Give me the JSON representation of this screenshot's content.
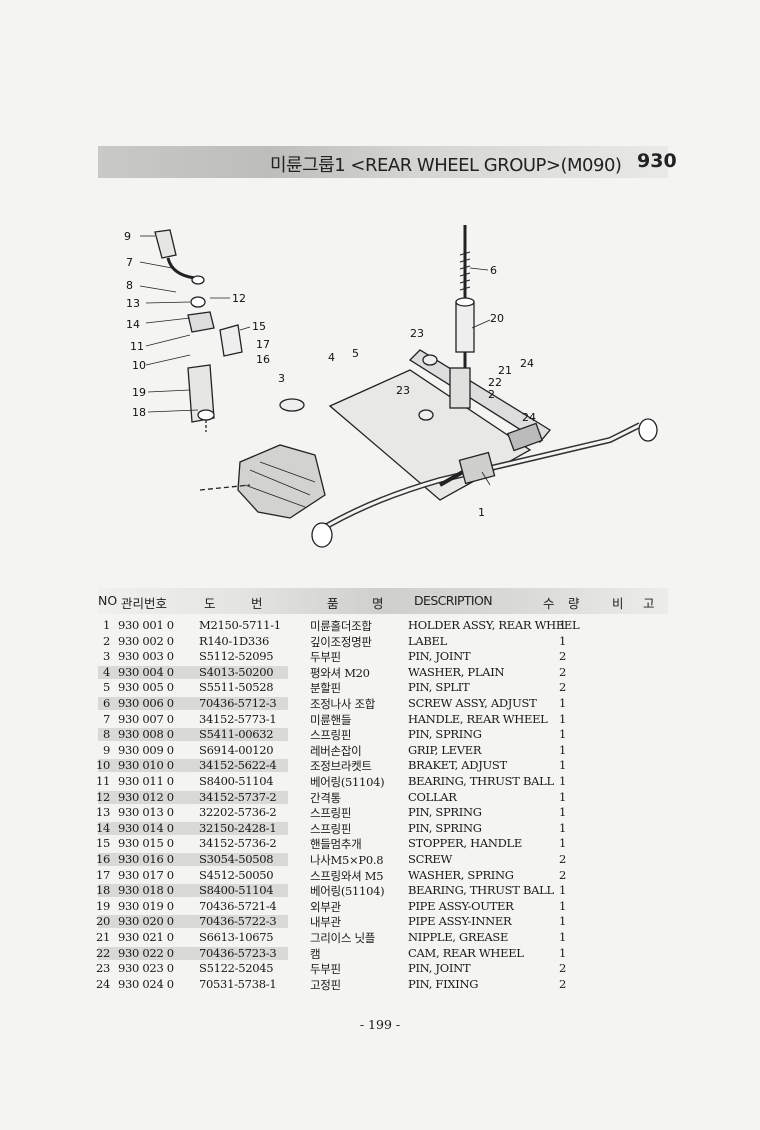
{
  "title": "미륜그룹1 <REAR WHEEL GROUP>(M090)",
  "title_code": "930",
  "headers": {
    "no": "NO",
    "mgmt": "관리번호",
    "drawing_a": "도",
    "drawing_b": "번",
    "name_a": "품",
    "name_b": "명",
    "description": "DESCRIPTION",
    "qty_a": "수",
    "qty_b": "량",
    "remark_a": "비",
    "remark_b": "고"
  },
  "callouts": [
    "1",
    "2",
    "3",
    "4",
    "5",
    "6",
    "7",
    "8",
    "9",
    "10",
    "11",
    "12",
    "13",
    "14",
    "15",
    "16",
    "17",
    "18",
    "19",
    "20",
    "21",
    "22",
    "23",
    "23",
    "24",
    "24"
  ],
  "parts": [
    {
      "no": "1",
      "mgmt": "930  001  0",
      "part": "M2150-5711-1",
      "name": "미륜홀더조합",
      "desc": "HOLDER ASSY, REAR WHEEL",
      "qty": "1",
      "shaded": false
    },
    {
      "no": "2",
      "mgmt": "930  002  0",
      "part": "R140-1D336",
      "name": "깊이조정명판",
      "desc": "LABEL",
      "qty": "1",
      "shaded": false
    },
    {
      "no": "3",
      "mgmt": "930  003  0",
      "part": "S5112-52095",
      "name": "두부핀",
      "desc": "PIN, JOINT",
      "qty": "2",
      "shaded": false
    },
    {
      "no": "4",
      "mgmt": "930  004  0",
      "part": "S4013-50200",
      "name": "평와셔 M20",
      "desc": "WASHER, PLAIN",
      "qty": "2",
      "shaded": true
    },
    {
      "no": "5",
      "mgmt": "930  005  0",
      "part": "S5511-50528",
      "name": "분할핀",
      "desc": "PIN, SPLIT",
      "qty": "2",
      "shaded": false
    },
    {
      "no": "6",
      "mgmt": "930  006  0",
      "part": "70436-5712-3",
      "name": "조정나사 조합",
      "desc": "SCREW ASSY, ADJUST",
      "qty": "1",
      "shaded": true
    },
    {
      "no": "7",
      "mgmt": "930  007  0",
      "part": "34152-5773-1",
      "name": "미륜핸들",
      "desc": "HANDLE, REAR WHEEL",
      "qty": "1",
      "shaded": false
    },
    {
      "no": "8",
      "mgmt": "930  008  0",
      "part": "S5411-00632",
      "name": "스프링핀",
      "desc": "PIN, SPRING",
      "qty": "1",
      "shaded": true
    },
    {
      "no": "9",
      "mgmt": "930  009  0",
      "part": "S6914-00120",
      "name": "레버손잡이",
      "desc": "GRIP, LEVER",
      "qty": "1",
      "shaded": false
    },
    {
      "no": "10",
      "mgmt": "930  010  0",
      "part": "34152-5622-4",
      "name": "조정브라켓트",
      "desc": "BRAKET, ADJUST",
      "qty": "1",
      "shaded": true
    },
    {
      "no": "11",
      "mgmt": "930  011  0",
      "part": "S8400-51104",
      "name": "베어링(51104)",
      "desc": "BEARING, THRUST BALL",
      "qty": "1",
      "shaded": false
    },
    {
      "no": "12",
      "mgmt": "930  012  0",
      "part": "34152-5737-2",
      "name": "간격통",
      "desc": "COLLAR",
      "qty": "1",
      "shaded": true
    },
    {
      "no": "13",
      "mgmt": "930  013  0",
      "part": "32202-5736-2",
      "name": "스프링핀",
      "desc": "PIN, SPRING",
      "qty": "1",
      "shaded": false
    },
    {
      "no": "14",
      "mgmt": "930  014  0",
      "part": "32150-2428-1",
      "name": "스프링핀",
      "desc": "PIN, SPRING",
      "qty": "1",
      "shaded": true
    },
    {
      "no": "15",
      "mgmt": "930  015  0",
      "part": "34152-5736-2",
      "name": "핸들멈추개",
      "desc": "STOPPER, HANDLE",
      "qty": "1",
      "shaded": false
    },
    {
      "no": "16",
      "mgmt": "930  016  0",
      "part": "S3054-50508",
      "name": "나사M5×P0.8",
      "desc": "SCREW",
      "qty": "2",
      "shaded": true
    },
    {
      "no": "17",
      "mgmt": "930  017  0",
      "part": "S4512-50050",
      "name": "스프링와셔 M5",
      "desc": "WASHER, SPRING",
      "qty": "2",
      "shaded": false
    },
    {
      "no": "18",
      "mgmt": "930  018  0",
      "part": "S8400-51104",
      "name": "베어링(51104)",
      "desc": "BEARING, THRUST BALL",
      "qty": "1",
      "shaded": true
    },
    {
      "no": "19",
      "mgmt": "930  019  0",
      "part": "70436-5721-4",
      "name": "외부관",
      "desc": "PIPE ASSY-OUTER",
      "qty": "1",
      "shaded": false
    },
    {
      "no": "20",
      "mgmt": "930  020  0",
      "part": "70436-5722-3",
      "name": "내부관",
      "desc": "PIPE ASSY-INNER",
      "qty": "1",
      "shaded": true
    },
    {
      "no": "21",
      "mgmt": "930  021  0",
      "part": "S6613-10675",
      "name": "그리이스 닛플",
      "desc": "NIPPLE, GREASE",
      "qty": "1",
      "shaded": false
    },
    {
      "no": "22",
      "mgmt": "930  022  0",
      "part": "70436-5723-3",
      "name": "캠",
      "desc": "CAM, REAR WHEEL",
      "qty": "1",
      "shaded": true
    },
    {
      "no": "23",
      "mgmt": "930  023  0",
      "part": "S5122-52045",
      "name": "두부핀",
      "desc": "PIN, JOINT",
      "qty": "2",
      "shaded": false
    },
    {
      "no": "24",
      "mgmt": "930  024  0",
      "part": "70531-5738-1",
      "name": "고정핀",
      "desc": "PIN, FIXING",
      "qty": "2",
      "shaded": false
    }
  ],
  "page_number": "- 199 -"
}
